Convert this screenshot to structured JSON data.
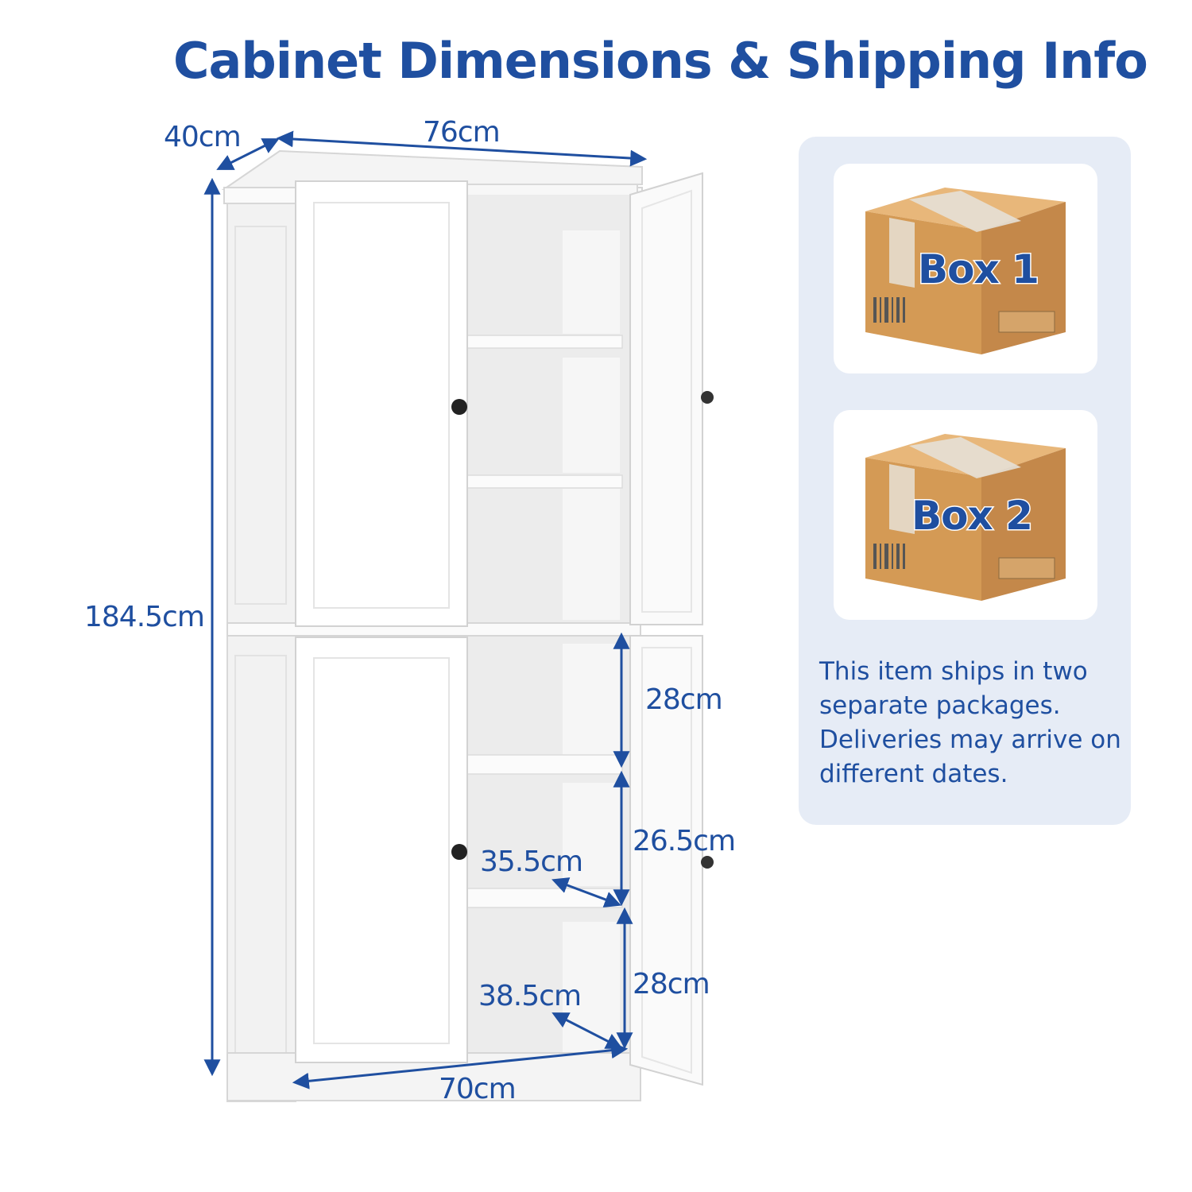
{
  "title": "Cabinet Dimensions & Shipping Info",
  "colors": {
    "accent": "#1f4fa0",
    "panel": "#e6ecf6",
    "box": "#d9a15c"
  },
  "dimensions": {
    "depth": "40cm",
    "top_width": "76cm",
    "height": "184.5cm",
    "shelf_upper": "28cm",
    "shelf_middle": "26.5cm",
    "shelf_lower": "28cm",
    "inner_depth_upper": "35.5cm",
    "inner_depth_lower": "38.5cm",
    "bottom_width": "70cm"
  },
  "shipping": {
    "boxes": [
      {
        "label": "Box 1",
        "icon": "package-box-icon"
      },
      {
        "label": "Box 2",
        "icon": "package-box-icon"
      }
    ],
    "note": "This item ships in two separate packages. Deliveries may arrive on different dates."
  }
}
